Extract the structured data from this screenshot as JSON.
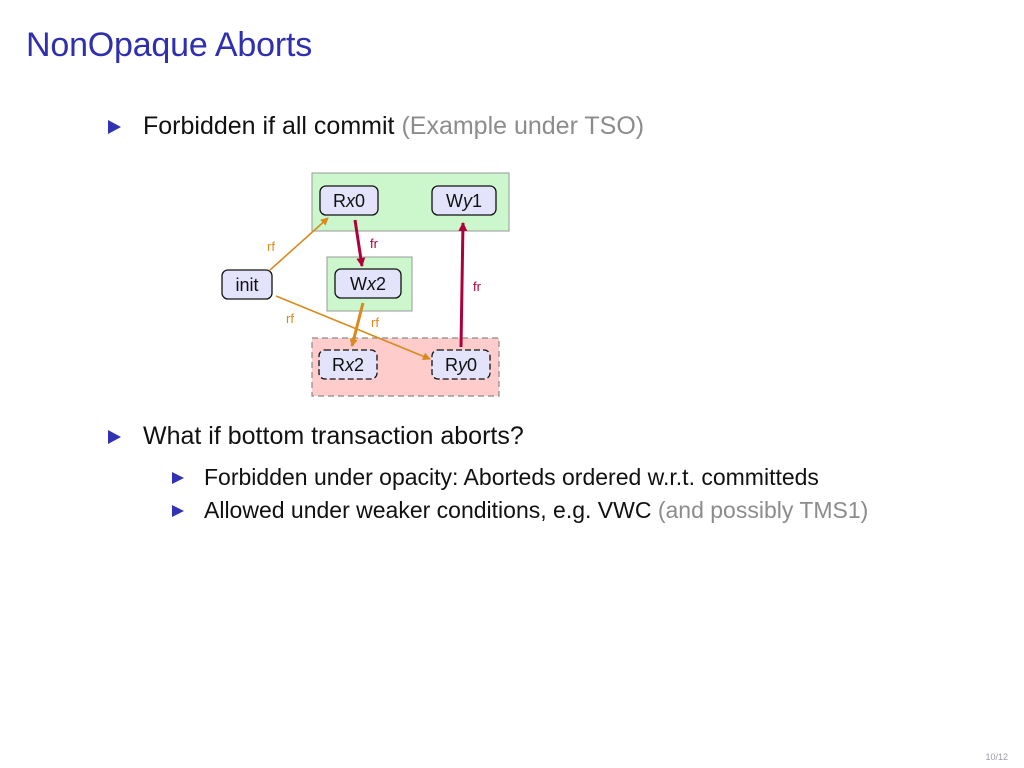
{
  "title": "NonOpaque Aborts",
  "bullet1": {
    "text": "Forbidden if all commit",
    "note": "(Example under TSO)"
  },
  "bullet2": {
    "text": "What if bottom transaction aborts?"
  },
  "sub1": {
    "text": "Forbidden under opacity: Aborteds ordered w.r.t. committeds"
  },
  "sub2": {
    "text": "Allowed under weaker conditions, e.g. VWC",
    "note": "(and possibly TMS1)"
  },
  "diagram": {
    "nodes": {
      "init": "init",
      "rx0": {
        "op": "R",
        "var": "x",
        "val": "0"
      },
      "wy1": {
        "op": "W",
        "var": "y",
        "val": "1"
      },
      "wx2": {
        "op": "W",
        "var": "x",
        "val": "2"
      },
      "rx2": {
        "op": "R",
        "var": "x",
        "val": "2"
      },
      "ry0": {
        "op": "R",
        "var": "y",
        "val": "0"
      }
    },
    "edges": {
      "init_rx0": "rf",
      "init_ry0": "rf",
      "wx2_rx2": "rf",
      "rx0_wx2": "fr",
      "ry0_wy1": "fr"
    },
    "colors": {
      "committed_fill": "#ccf6cc",
      "aborted_fill": "#ffcccc",
      "node_fill": "#e3e3fb",
      "rf_color": "#d98a1c",
      "fr_color": "#b0003a"
    }
  },
  "page_number": "10/12"
}
